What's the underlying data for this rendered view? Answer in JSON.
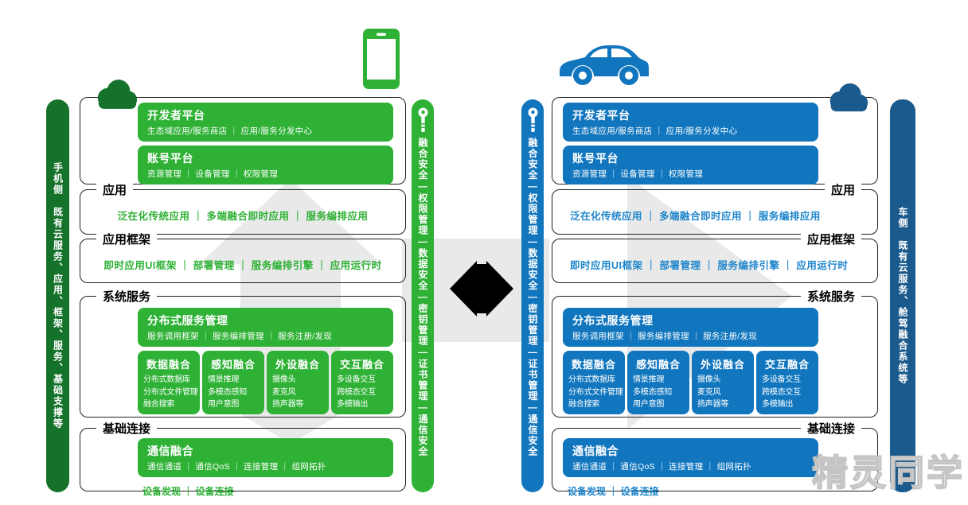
{
  "watermark": "精灵同学",
  "colors": {
    "green": "#2eb135",
    "green_dark": "#15722b",
    "blue": "#1176be",
    "blue_dark": "#1b5a8c",
    "blue_text": "#1f86cc",
    "gray_shape": "#e9e9e9"
  },
  "icons": {
    "phone": "phone-icon",
    "car": "car-icon",
    "cloud_left": "cloud-icon",
    "cloud_right": "cloud-icon",
    "key": "key-icon",
    "sync": "bidirectional-arrow-icon"
  },
  "sidebar_left": {
    "label": "手机侧　既有云服务、应用、框架、服务、基础支撑等"
  },
  "sidebar_right": {
    "label": "车侧　既有云服务、舱驾融合系统等"
  },
  "security_bar": {
    "label": "融合安全—权限管理—数据安全—密钥管理—证书管理—通信安全"
  },
  "stack": {
    "developer": {
      "title": "开发者平台",
      "items": "生态域应用/服务商店 ｜ 应用/服务分发中心"
    },
    "account": {
      "title": "账号平台",
      "items": "资源管理 ｜ 设备管理 ｜ 权限管理"
    },
    "app": {
      "label": "应用",
      "items": "泛在化传统应用 ｜ 多端融合即时应用 ｜ 服务编排应用"
    },
    "framework": {
      "label": "应用框架",
      "items": "即时应用UI框架 ｜ 部署管理 ｜ 服务编排引擎 ｜ 应用运行时"
    },
    "system": {
      "label": "系统服务",
      "dist": {
        "title": "分布式服务管理",
        "items": "服务调用框架 ｜ 服务编排管理 ｜ 服务注册/发现"
      },
      "cells": [
        {
          "title": "数据融合",
          "lines": [
            "分布式数据库",
            "分布式文件管理",
            "融合搜索"
          ]
        },
        {
          "title": "感知融合",
          "lines": [
            "情景推理",
            "多模态感知",
            "用户意图"
          ]
        },
        {
          "title": "外设融合",
          "lines": [
            "摄像头",
            "麦克风",
            "扬声器等"
          ]
        },
        {
          "title": "交互融合",
          "lines": [
            "多设备交互",
            "跨模态交互",
            "多模输出"
          ]
        }
      ]
    },
    "connect": {
      "label": "基础连接",
      "comm": {
        "title": "通信融合",
        "items": "通信通道 ｜ 通信QoS ｜ 连接管理 ｜ 组网拓扑"
      },
      "footer": "设备发现 ｜ 设备连接"
    }
  }
}
